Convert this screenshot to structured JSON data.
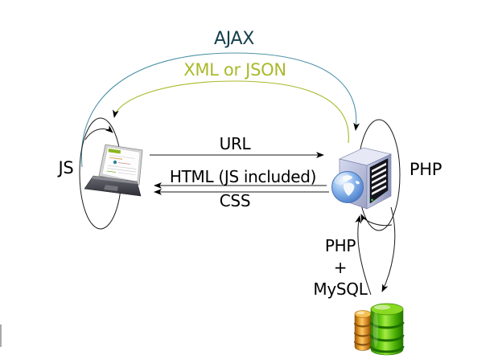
{
  "diagram": {
    "title_flow": "AJAX",
    "response_format": "XML or JSON",
    "client_label": "JS",
    "server_label": "PHP",
    "request_label": "URL",
    "response_label_1": "HTML (JS included)",
    "response_label_2": "CSS",
    "db_link_line1": "PHP",
    "db_link_line2": "+",
    "db_link_line3": "MySQL"
  },
  "colors": {
    "ajax_text": "#16404e",
    "ajax_arc": "#4d93a8",
    "xml_json_text": "#a9b92a",
    "xml_json_arc": "#a9b92a",
    "plain_arrows": "#1a1a1a",
    "server_body": "#c4c8e0",
    "globe_blue": "#4a7cc8",
    "db_orange": "#e8a030",
    "db_green": "#66cc11"
  },
  "icons": {
    "client": "laptop-icon",
    "server": "server-tower-globe-icon",
    "database": "database-cylinders-icon"
  }
}
